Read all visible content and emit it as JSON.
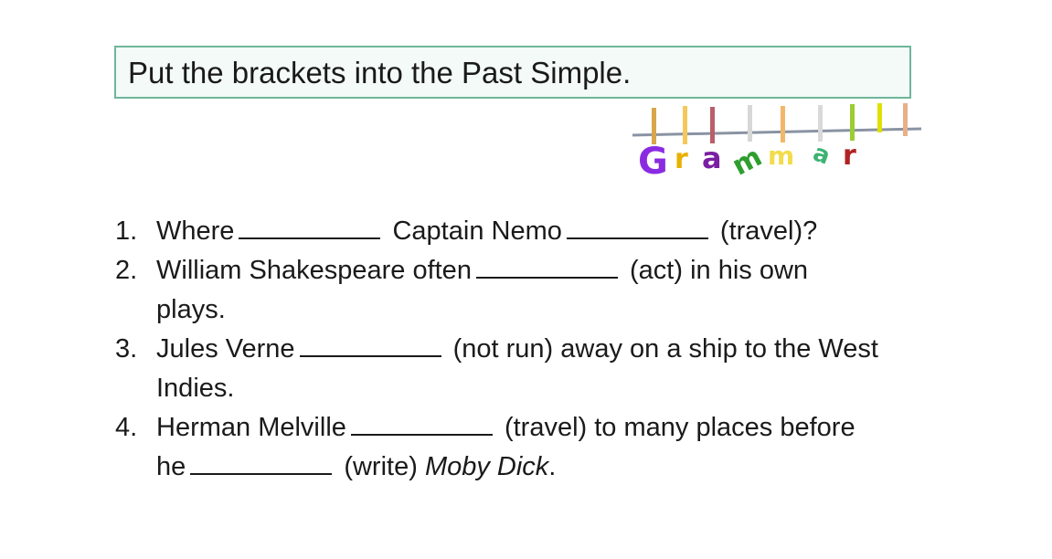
{
  "header": {
    "instruction": "Put the brackets into the Past Simple."
  },
  "logo": {
    "name": "grammar-clothesline-logo",
    "letters": [
      "G",
      "r",
      "a",
      "m",
      "m",
      "a",
      "r"
    ],
    "colors": [
      "#8a2be2",
      "#e8b100",
      "#7b1fa2",
      "#2e9e2e",
      "#f2dc4b",
      "#3cb371",
      "#b22222"
    ]
  },
  "exercises": [
    {
      "number": "1.",
      "parts": [
        "Where",
        "Captain Nemo",
        "(travel)?"
      ]
    },
    {
      "number": "2.",
      "parts": [
        "William Shakespeare often",
        "(act) in his own plays."
      ]
    },
    {
      "number": "3.",
      "parts": [
        "Jules Verne",
        "(not run) away on a ship to the West Indies."
      ]
    },
    {
      "number": "4.",
      "parts": [
        "Herman Melville",
        "(travel) to many places before he",
        "(write)",
        "Moby Dick",
        "."
      ]
    }
  ]
}
